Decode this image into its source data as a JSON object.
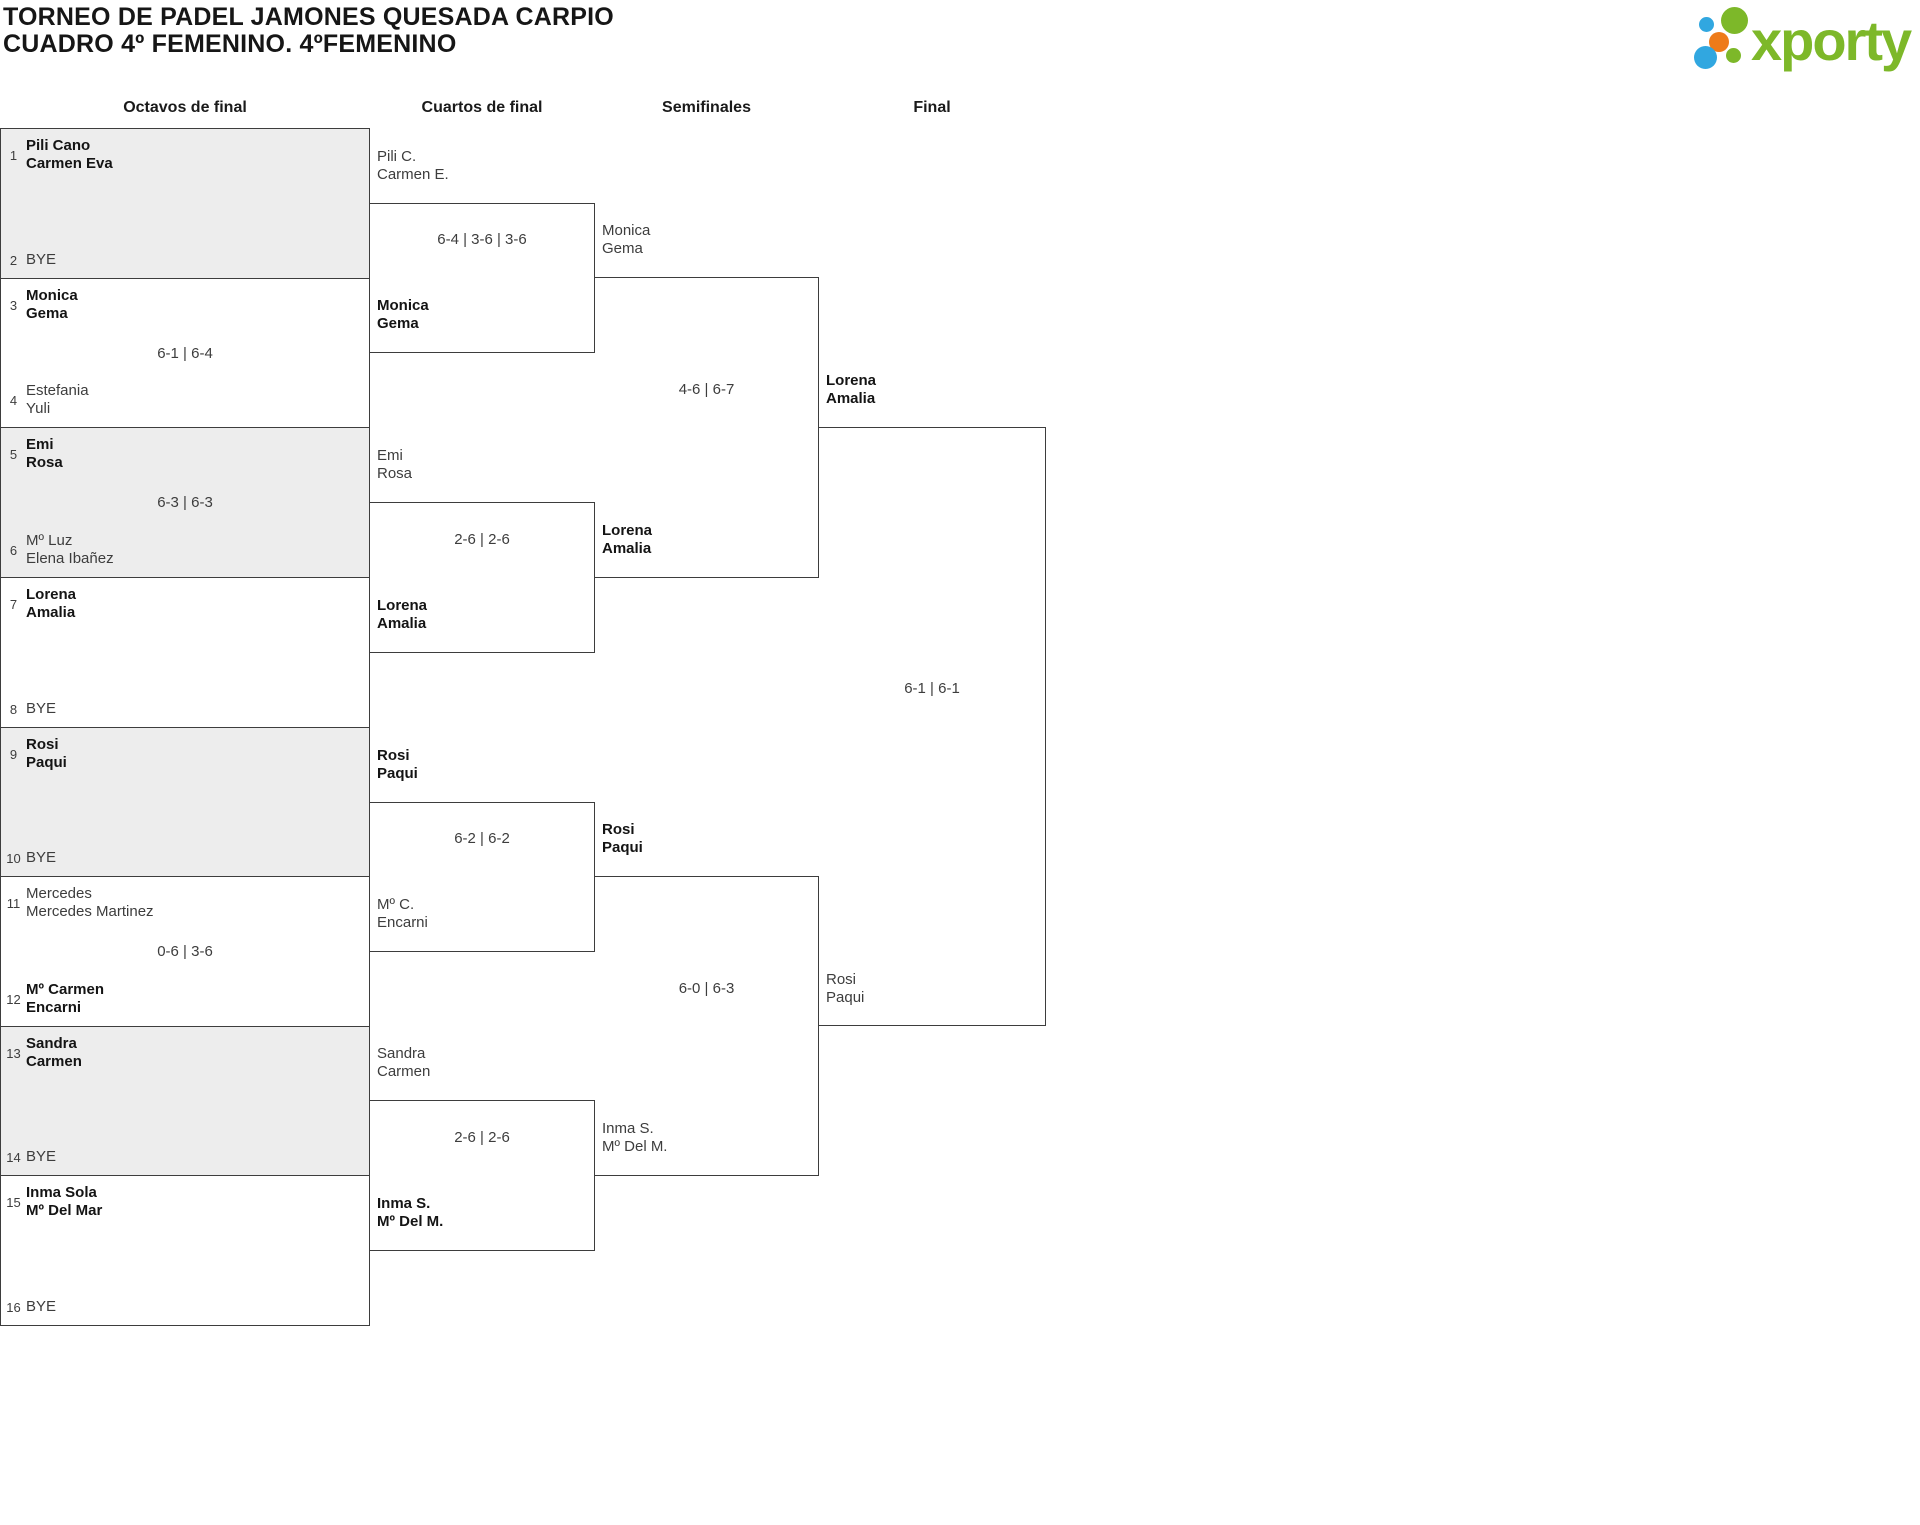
{
  "header": {
    "title": "TORNEO DE PADEL JAMONES QUESADA CARPIO",
    "subtitle": "CUADRO 4º FEMENINO. 4ºFEMENINO",
    "logo_brand": "xporty"
  },
  "colors": {
    "logo_green": "#7db829",
    "logo_blue": "#31a7e0",
    "logo_orange": "#ee7b19",
    "bracket_border": "#3d3d3d",
    "bye_cell_fill": "#ededed",
    "text_regular": "#3d3d3d",
    "text_winner": "#141414"
  },
  "chart_data": {
    "type": "table",
    "title": "TORNEO DE PADEL JAMONES QUESADA CARPIO — CUADRO 4º FEMENINO. 4ºFEMENINO",
    "note": "single-elimination bracket; winner flag = bold name in pixels; scores listed as shown",
    "rounds": [
      {
        "name": "Octavos de final",
        "matches": [
          {
            "seed1": "1",
            "team1": {
              "line1": "Pili Cano",
              "line2": "Carmen Eva",
              "winner": true
            },
            "seed2": "2",
            "team2": {
              "line1": "BYE",
              "winner": false
            },
            "score": ""
          },
          {
            "seed1": "3",
            "team1": {
              "line1": "Monica",
              "line2": "Gema",
              "winner": true
            },
            "seed2": "4",
            "team2": {
              "line1": "Estefania",
              "line2": "Yuli",
              "winner": false
            },
            "score": "6-1 | 6-4"
          },
          {
            "seed1": "5",
            "team1": {
              "line1": "Emi",
              "line2": "Rosa",
              "winner": true
            },
            "seed2": "6",
            "team2": {
              "line1": "Mº Luz",
              "line2": "Elena Ibañez",
              "winner": false
            },
            "score": "6-3 | 6-3"
          },
          {
            "seed1": "7",
            "team1": {
              "line1": "Lorena",
              "line2": "Amalia",
              "winner": true
            },
            "seed2": "8",
            "team2": {
              "line1": "BYE",
              "winner": false
            },
            "score": ""
          },
          {
            "seed1": "9",
            "team1": {
              "line1": "Rosi",
              "line2": "Paqui",
              "winner": true
            },
            "seed2": "10",
            "team2": {
              "line1": "BYE",
              "winner": false
            },
            "score": ""
          },
          {
            "seed1": "11",
            "team1": {
              "line1": "Mercedes",
              "line2": "Mercedes Martinez",
              "winner": false
            },
            "seed2": "12",
            "team2": {
              "line1": "Mº Carmen",
              "line2": "Encarni",
              "winner": true
            },
            "score": "0-6 | 3-6"
          },
          {
            "seed1": "13",
            "team1": {
              "line1": "Sandra",
              "line2": "Carmen",
              "winner": true
            },
            "seed2": "14",
            "team2": {
              "line1": "BYE",
              "winner": false
            },
            "score": ""
          },
          {
            "seed1": "15",
            "team1": {
              "line1": "Inma Sola",
              "line2": "Mº Del Mar",
              "winner": true
            },
            "seed2": "16",
            "team2": {
              "line1": "BYE",
              "winner": false
            },
            "score": ""
          }
        ]
      },
      {
        "name": "Cuartos de final",
        "matches": [
          {
            "team1": {
              "line1": "Pili C.",
              "line2": "Carmen E.",
              "winner": false
            },
            "team2": {
              "line1": "Monica",
              "line2": "Gema",
              "winner": true
            },
            "score": "6-4 | 3-6 | 3-6"
          },
          {
            "team1": {
              "line1": "Emi",
              "line2": "Rosa",
              "winner": false
            },
            "team2": {
              "line1": "Lorena",
              "line2": "Amalia",
              "winner": true
            },
            "score": "2-6 | 2-6"
          },
          {
            "team1": {
              "line1": "Rosi",
              "line2": "Paqui",
              "winner": true
            },
            "team2": {
              "line1": "Mº C.",
              "line2": "Encarni",
              "winner": false
            },
            "score": "6-2 | 6-2"
          },
          {
            "team1": {
              "line1": "Sandra",
              "line2": "Carmen",
              "winner": false
            },
            "team2": {
              "line1": "Inma S.",
              "line2": "Mº Del M.",
              "winner": true
            },
            "score": "2-6 | 2-6"
          }
        ]
      },
      {
        "name": "Semifinales",
        "matches": [
          {
            "team1": {
              "line1": "Monica",
              "line2": "Gema",
              "winner": false
            },
            "team2": {
              "line1": "Lorena",
              "line2": "Amalia",
              "winner": true
            },
            "score": "4-6 | 6-7"
          },
          {
            "team1": {
              "line1": "Rosi",
              "line2": "Paqui",
              "winner": true
            },
            "team2": {
              "line1": "Inma S.",
              "line2": "Mº Del M.",
              "winner": false
            },
            "score": "6-0 | 6-3"
          }
        ]
      },
      {
        "name": "Final",
        "matches": [
          {
            "team1": {
              "line1": "Lorena",
              "line2": "Amalia",
              "winner": true
            },
            "team2": {
              "line1": "Rosi",
              "line2": "Paqui",
              "winner": false
            },
            "score": "6-1 | 6-1"
          }
        ]
      }
    ]
  }
}
